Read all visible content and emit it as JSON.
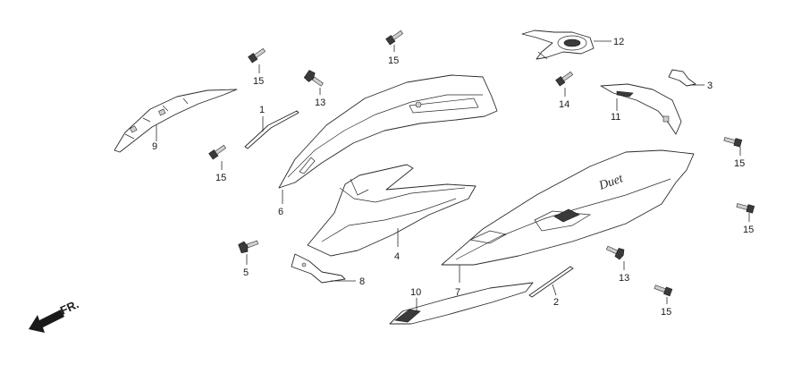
{
  "diagram": {
    "direction_label": "FR.",
    "callouts": [
      "1",
      "2",
      "3",
      "4",
      "5",
      "6",
      "7",
      "8",
      "9",
      "10",
      "11",
      "12",
      "13",
      "14",
      "15"
    ],
    "badge_lettering": "Duet"
  }
}
